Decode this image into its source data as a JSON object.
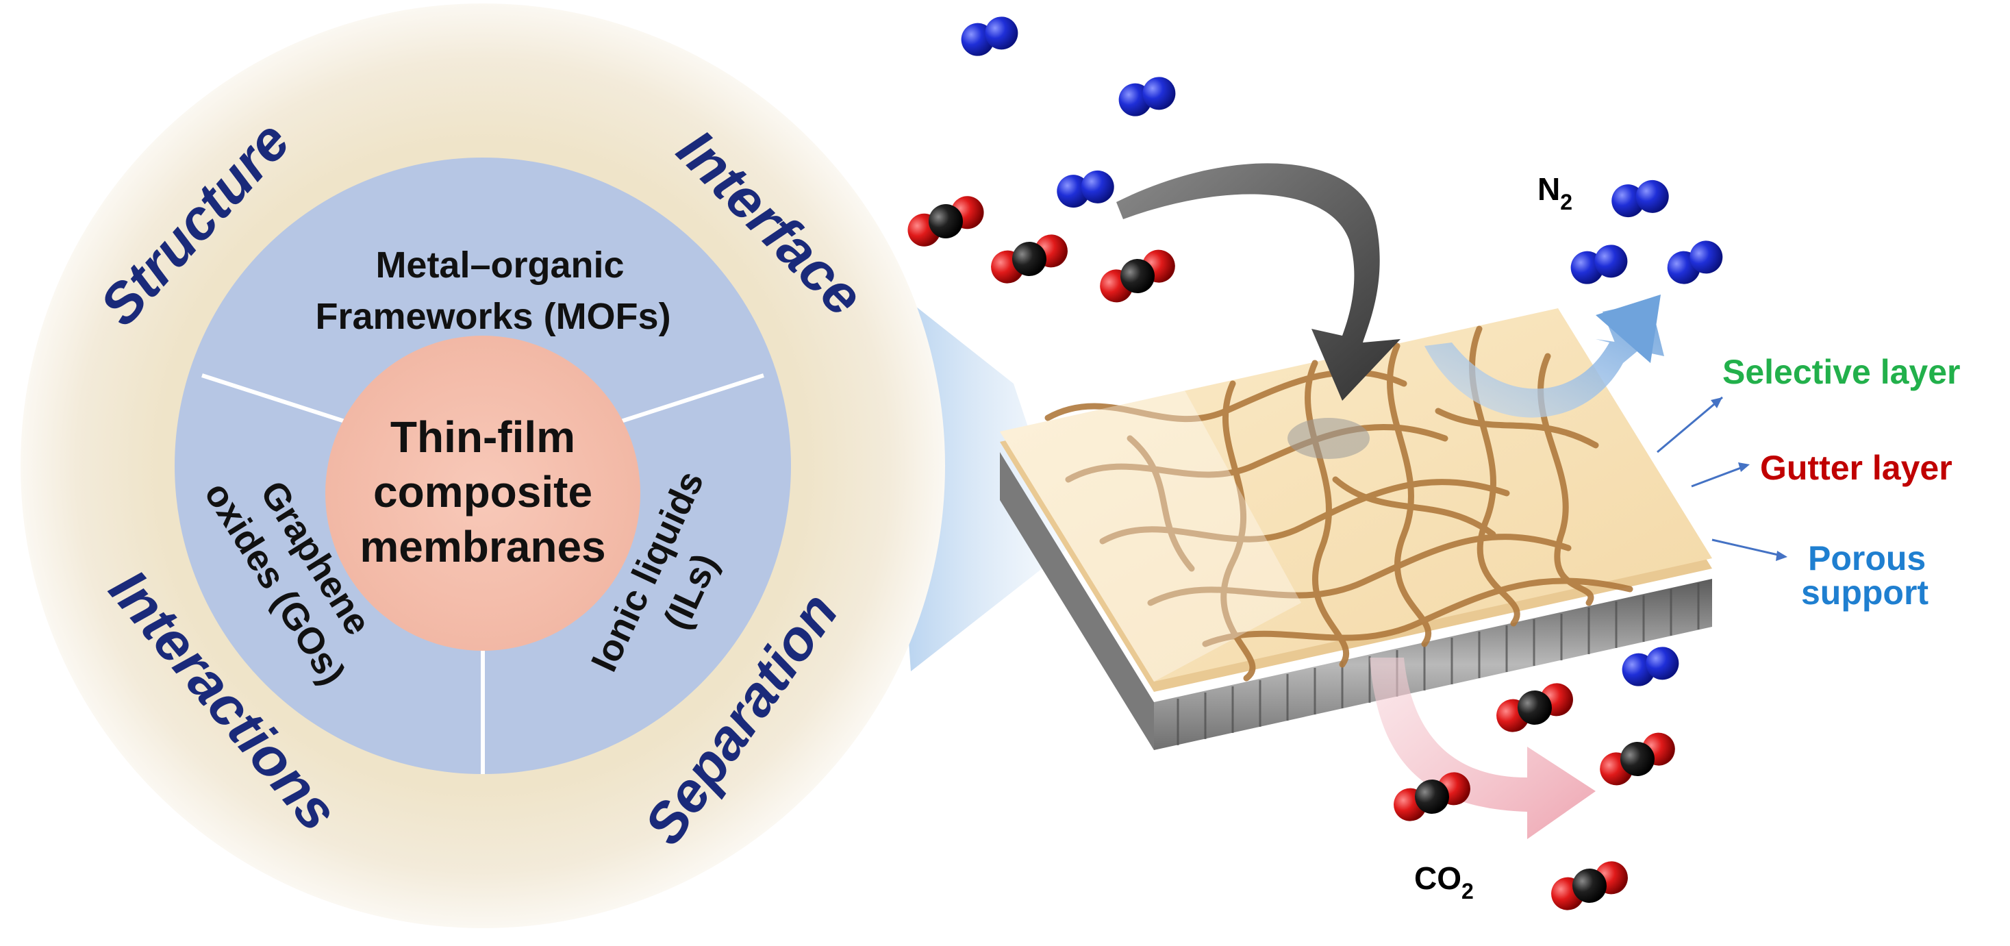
{
  "wheel": {
    "center": {
      "line1": "Thin-film",
      "line2": "composite",
      "line3": "membranes"
    },
    "segments": {
      "mofs": {
        "line1": "Metal–organic",
        "line2": "Frameworks (MOFs)"
      },
      "gos": {
        "line1": "Graphene",
        "line2": "oxides (GOs)"
      },
      "ils": {
        "line1": "Ionic liquids",
        "line2": "(ILs)"
      }
    },
    "outer_ring": {
      "structure": "Structure",
      "interface": "Interface",
      "interactions": "Interactions",
      "separation": "Separation"
    },
    "colors": {
      "ring_outer": "#f1e7cf",
      "segments": "#b6c6e4",
      "center": "#f6c3b3",
      "text_ring": "#1a2a7a"
    }
  },
  "membrane": {
    "layers": {
      "selective": "Selective layer",
      "gutter": "Gutter layer",
      "porous_line1": "Porous",
      "porous_line2": "support"
    },
    "colors": {
      "selective": "#22b04b",
      "gutter": "#c00000",
      "porous": "#1f7fd0",
      "surface": "#f5deb3",
      "fibers": "#b07a3e",
      "support": "#8c8c8c"
    }
  },
  "gases": {
    "n2_label": "N",
    "n2_subscript": "2",
    "co2_label": "CO",
    "co2_subscript": "2"
  }
}
